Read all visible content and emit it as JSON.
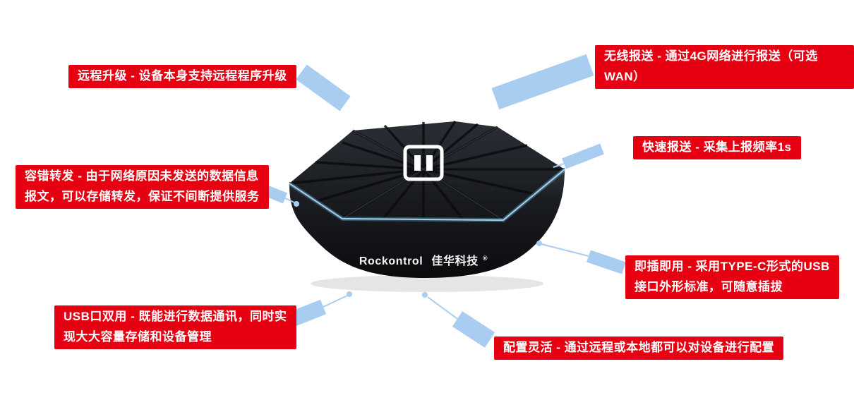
{
  "page": {
    "background": "#ffffff"
  },
  "device": {
    "brand": "Rockontrol",
    "brand_cn": "佳华科技",
    "registered_mark": "®"
  },
  "callouts": {
    "remote_upgrade": {
      "text": "远程升级 - 设备本身支持远程程序升级"
    },
    "wireless_report": {
      "text": "无线报送 - 通过4G网络进行报送（可选WAN）"
    },
    "fast_report": {
      "text": "快速报送 - 采集上报频率1s"
    },
    "fault_tolerant": {
      "text": "容错转发 - 由于网络原因未发送的数据信息\n报文，可以存储转发，保证不间断提供服务"
    },
    "plug_play": {
      "text": "即插即用 - 采用TYPE-C形式的USB\n接口外形标准，可随意插拔"
    },
    "usb_dual": {
      "text": "USB口双用 - 既能进行数据通讯，同时实\n现大大容量存储和设备管理"
    },
    "flexible_config": {
      "text": "配置灵活 - 通过远程或本地都可以对设备进行配置"
    }
  },
  "colors": {
    "label_background": "#e60012",
    "label_text": "#ffffff",
    "connector": "#a9cdf0",
    "device_glow": "#7fc0ea"
  }
}
